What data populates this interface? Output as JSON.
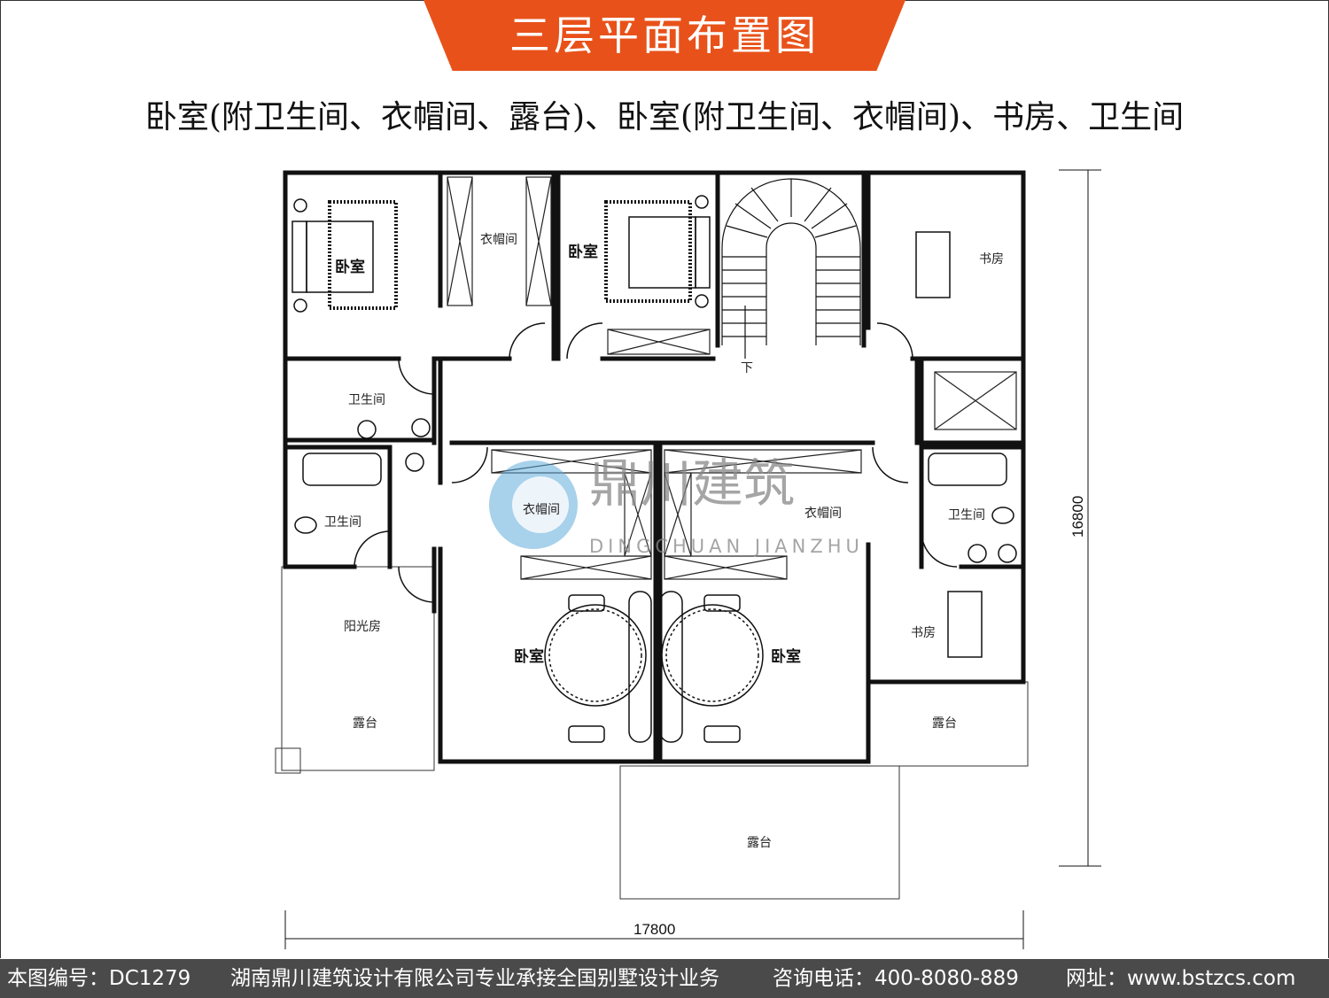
{
  "header": {
    "title": "三层平面布置图",
    "subtitle": "卧室(附卫生间、衣帽间、露台)、卧室(附卫生间、衣帽间)、书房、卫生间"
  },
  "rooms": {
    "bedroom_nw": "卧室",
    "wardrobe_n": "衣帽间",
    "bedroom_n": "卧室",
    "stair_down": "下",
    "study_ne": "书房",
    "bath_w1": "卫生间",
    "bath_w2": "卫生间",
    "wardrobe_c1": "衣帽间",
    "wardrobe_c2": "衣帽间",
    "bath_e": "卫生间",
    "sunroom": "阳光房",
    "study_e": "书房",
    "bedroom_c1": "卧室",
    "bedroom_c2": "卧室",
    "terrace_w": "露台",
    "terrace_e": "露台",
    "terrace_s": "露台"
  },
  "dimensions": {
    "width": "17800",
    "depth": "16800"
  },
  "watermark": {
    "name_cn": "鼎川建筑",
    "name_en": "DINGCHUAN JIANZHU"
  },
  "footer": {
    "drawing_no": "本图编号：DC1279",
    "company": "湖南鼎川建筑设计有限公司专业承接全国别墅设计业务",
    "phone": "咨询电话：400-8080-889",
    "website": "网址：www.bstzcs.com"
  },
  "colors": {
    "banner": "#e8521a",
    "footer": "#4a4a4a",
    "watermark": "#5aa6d8"
  }
}
